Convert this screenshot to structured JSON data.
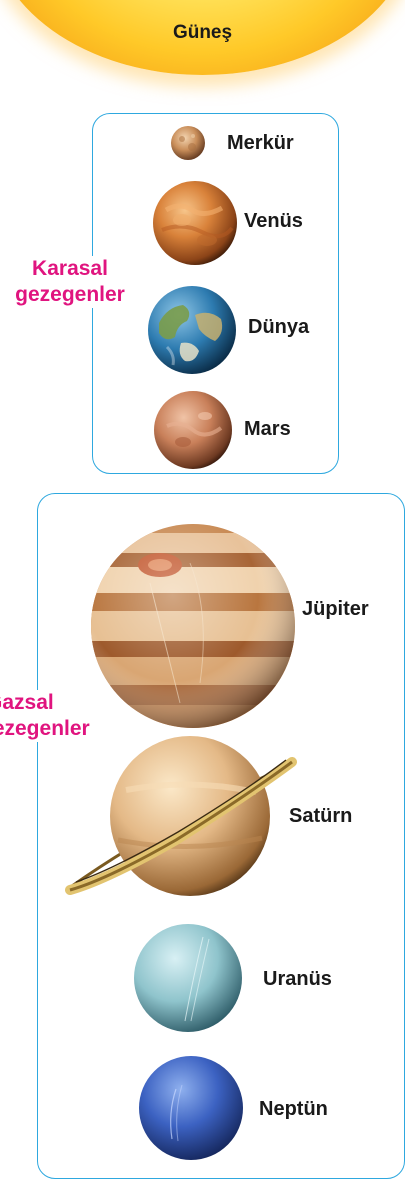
{
  "sun": {
    "label": "Güneş",
    "icon": "sun-icon"
  },
  "terrestrial": {
    "group_label_line1": "Karasal",
    "group_label_line2": "gezegenler",
    "planets": [
      {
        "name": "Merkür",
        "icon": "mercury-icon"
      },
      {
        "name": "Venüs",
        "icon": "venus-icon"
      },
      {
        "name": "Dünya",
        "icon": "earth-icon"
      },
      {
        "name": "Mars",
        "icon": "mars-icon"
      }
    ]
  },
  "gas": {
    "group_label_line1": "Gazsal",
    "group_label_line2": "gezegenler",
    "planets": [
      {
        "name": "Jüpiter",
        "icon": "jupiter-icon"
      },
      {
        "name": "Satürn",
        "icon": "saturn-icon"
      },
      {
        "name": "Uranüs",
        "icon": "uranus-icon"
      },
      {
        "name": "Neptün",
        "icon": "neptune-icon"
      }
    ]
  },
  "colors": {
    "border": "#2ea8df",
    "group_label": "#e0147f",
    "sun": "#ffc928"
  }
}
